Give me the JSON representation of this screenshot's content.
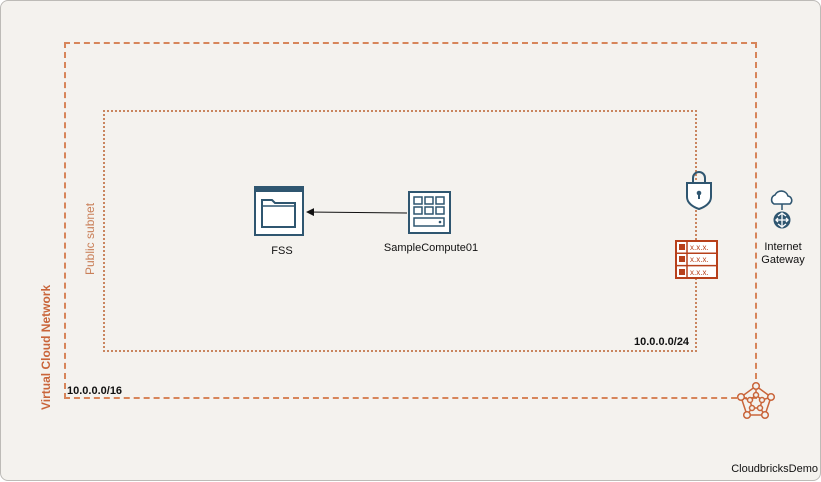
{
  "diagram": {
    "vcn": {
      "label": "Virtual Cloud Network",
      "cidr": "10.0.0.0/16"
    },
    "subnet": {
      "label": "Public subnet",
      "cidr": "10.0.0.0/24"
    },
    "nodes": {
      "fss": {
        "label": "FSS",
        "icon": "file-storage-icon"
      },
      "compute": {
        "label": "SampleCompute01",
        "icon": "compute-instance-icon"
      },
      "igw": {
        "label": "Internet Gateway",
        "icon": "internet-gateway-icon"
      },
      "security_list": {
        "icon": "lock-icon"
      },
      "route_table": {
        "icon": "route-table-icon",
        "rows": [
          "x.x.x.",
          "x.x.x.",
          "x.x.x."
        ]
      },
      "vcn_icon": {
        "icon": "vcn-network-icon"
      }
    },
    "edges": [
      {
        "from": "compute",
        "to": "fss"
      }
    ],
    "footer": "CloudbricksDemo"
  },
  "colors": {
    "accent": "#d7855a",
    "vcn_label": "#c9653a",
    "icon_stroke": "#2f5670",
    "route_table": "#b7401b",
    "background": "#f4f2ee"
  }
}
